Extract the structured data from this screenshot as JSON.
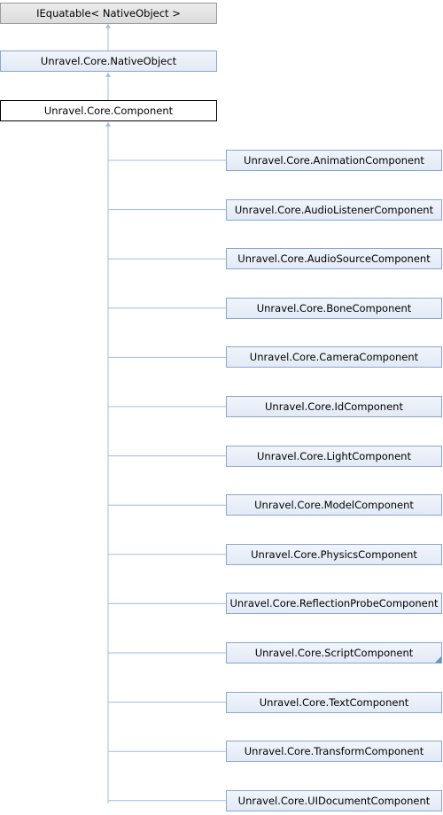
{
  "diagram": {
    "interface": "IEquatable< NativeObject >",
    "base": "Unravel.Core.NativeObject",
    "current": "Unravel.Core.Component",
    "derived": [
      "Unravel.Core.AnimationComponent",
      "Unravel.Core.AudioListenerComponent",
      "Unravel.Core.AudioSourceComponent",
      "Unravel.Core.BoneComponent",
      "Unravel.Core.CameraComponent",
      "Unravel.Core.IdComponent",
      "Unravel.Core.LightComponent",
      "Unravel.Core.ModelComponent",
      "Unravel.Core.PhysicsComponent",
      "Unravel.Core.ReflectionProbeComponent",
      "Unravel.Core.ScriptComponent",
      "Unravel.Core.TextComponent",
      "Unravel.Core.TransformComponent",
      "Unravel.Core.UIDocumentComponent"
    ],
    "colors": {
      "edge": "#9fbde0",
      "link_border": "#8aa6cf",
      "external_border": "#9a9a9a"
    }
  }
}
